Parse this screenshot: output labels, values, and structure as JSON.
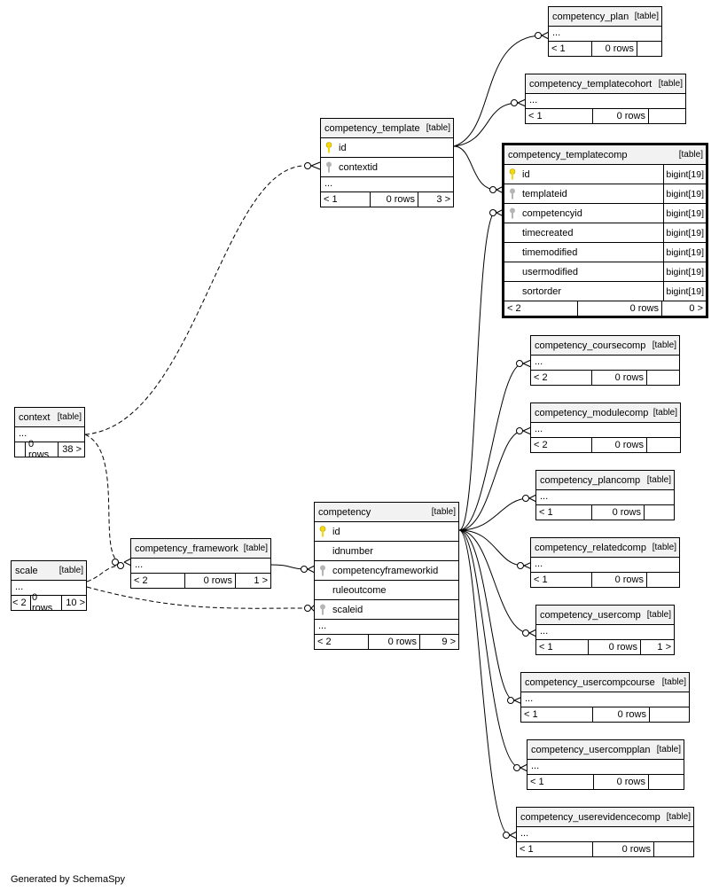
{
  "tables": {
    "competency_plan": {
      "name": "competency_plan",
      "tag": "[table]",
      "dots": "...",
      "parents": "< 1",
      "rows": "0 rows",
      "children": ""
    },
    "competency_templatecohort": {
      "name": "competency_templatecohort",
      "tag": "[table]",
      "dots": "...",
      "parents": "< 1",
      "rows": "0 rows",
      "children": ""
    },
    "competency_template": {
      "name": "competency_template",
      "tag": "[table]",
      "dots": "...",
      "parents": "< 1",
      "rows": "0 rows",
      "children": "3 >",
      "columns": [
        {
          "name": "id",
          "key": "primary"
        },
        {
          "name": "contextid",
          "key": "foreign"
        }
      ]
    },
    "competency_templatecomp": {
      "name": "competency_templatecomp",
      "tag": "[table]",
      "parents": "< 2",
      "rows": "0 rows",
      "children": "0 >",
      "columns": [
        {
          "name": "id",
          "type": "bigint[19]",
          "key": "primary"
        },
        {
          "name": "templateid",
          "type": "bigint[19]",
          "key": "foreign"
        },
        {
          "name": "competencyid",
          "type": "bigint[19]",
          "key": "foreign"
        },
        {
          "name": "timecreated",
          "type": "bigint[19]",
          "key": ""
        },
        {
          "name": "timemodified",
          "type": "bigint[19]",
          "key": ""
        },
        {
          "name": "usermodified",
          "type": "bigint[19]",
          "key": ""
        },
        {
          "name": "sortorder",
          "type": "bigint[19]",
          "key": ""
        }
      ]
    },
    "competency_coursecomp": {
      "name": "competency_coursecomp",
      "tag": "[table]",
      "dots": "...",
      "parents": "< 2",
      "rows": "0 rows",
      "children": ""
    },
    "competency_modulecomp": {
      "name": "competency_modulecomp",
      "tag": "[table]",
      "dots": "...",
      "parents": "< 2",
      "rows": "0 rows",
      "children": ""
    },
    "competency_plancomp": {
      "name": "competency_plancomp",
      "tag": "[table]",
      "dots": "...",
      "parents": "< 1",
      "rows": "0 rows",
      "children": ""
    },
    "competency_relatedcomp": {
      "name": "competency_relatedcomp",
      "tag": "[table]",
      "dots": "...",
      "parents": "< 1",
      "rows": "0 rows",
      "children": ""
    },
    "competency_usercomp": {
      "name": "competency_usercomp",
      "tag": "[table]",
      "dots": "...",
      "parents": "< 1",
      "rows": "0 rows",
      "children": "1 >"
    },
    "competency_usercompcourse": {
      "name": "competency_usercompcourse",
      "tag": "[table]",
      "dots": "...",
      "parents": "< 1",
      "rows": "0 rows",
      "children": ""
    },
    "competency_usercompplan": {
      "name": "competency_usercompplan",
      "tag": "[table]",
      "dots": "...",
      "parents": "< 1",
      "rows": "0 rows",
      "children": ""
    },
    "competency_userevidencecomp": {
      "name": "competency_userevidencecomp",
      "tag": "[table]",
      "dots": "...",
      "parents": "< 1",
      "rows": "0 rows",
      "children": ""
    },
    "context": {
      "name": "context",
      "tag": "[table]",
      "dots": "...",
      "parents": "",
      "rows": "0 rows",
      "children": "38 >"
    },
    "scale": {
      "name": "scale",
      "tag": "[table]",
      "dots": "...",
      "parents": "< 2",
      "rows": "0 rows",
      "children": "10 >"
    },
    "competency_framework": {
      "name": "competency_framework",
      "tag": "[table]",
      "dots": "...",
      "parents": "< 2",
      "rows": "0 rows",
      "children": "1 >"
    },
    "competency": {
      "name": "competency",
      "tag": "[table]",
      "dots": "...",
      "parents": "< 2",
      "rows": "0 rows",
      "children": "9 >",
      "columns": [
        {
          "name": "id",
          "key": "primary"
        },
        {
          "name": "idnumber",
          "key": ""
        },
        {
          "name": "competencyframeworkid",
          "key": "foreign"
        },
        {
          "name": "ruleoutcome",
          "key": ""
        },
        {
          "name": "scaleid",
          "key": "foreign"
        }
      ]
    }
  },
  "credit": "Generated by SchemaSpy",
  "colors": {
    "primary_key": "#f5d90a",
    "foreign_key": "#b5b5b5",
    "header": "#f2f2f2"
  }
}
